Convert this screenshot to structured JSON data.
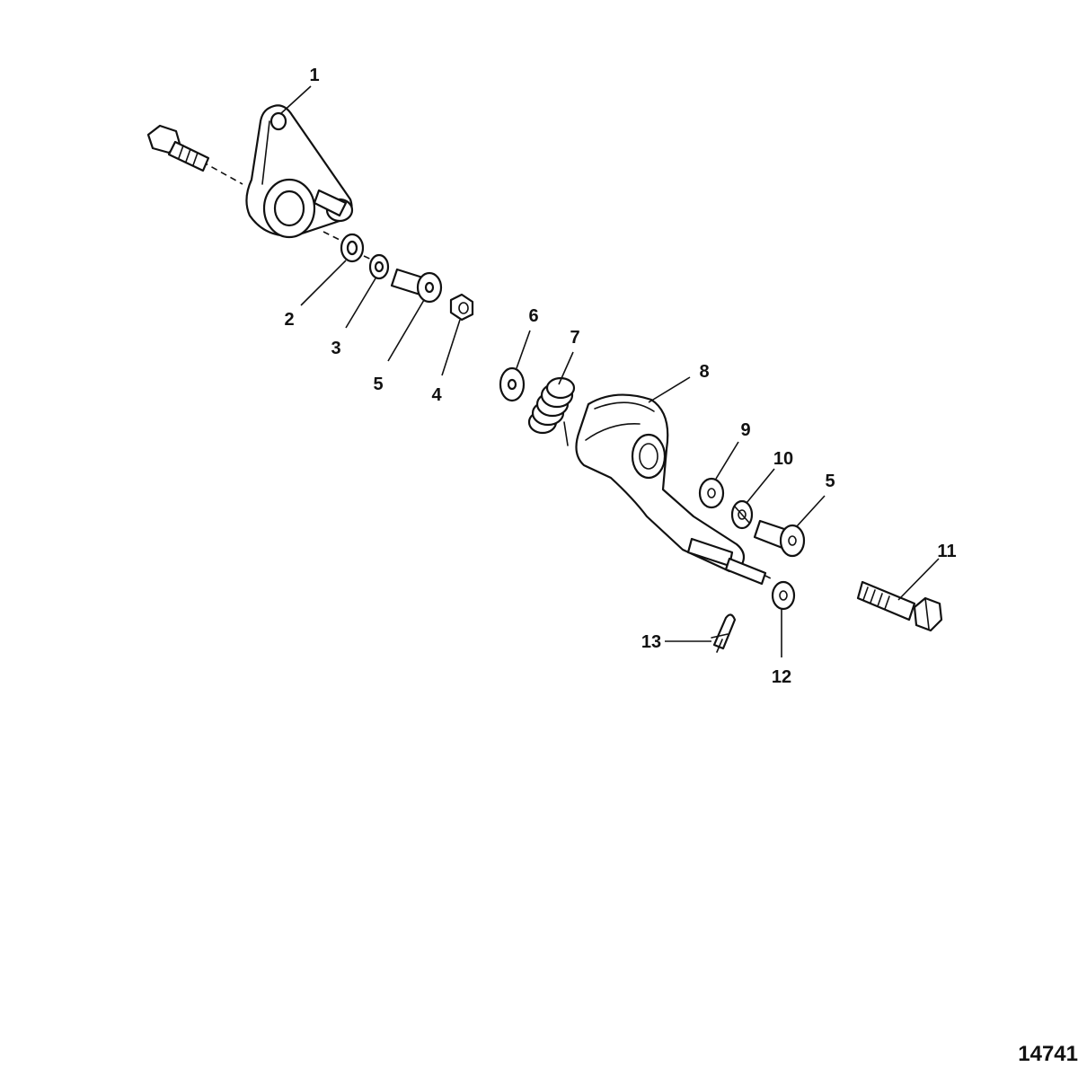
{
  "diagram": {
    "callouts": [
      "1",
      "2",
      "3",
      "5",
      "4",
      "6",
      "7",
      "8",
      "9",
      "10",
      "5",
      "11",
      "13",
      "12"
    ],
    "figure_number": "14741"
  }
}
